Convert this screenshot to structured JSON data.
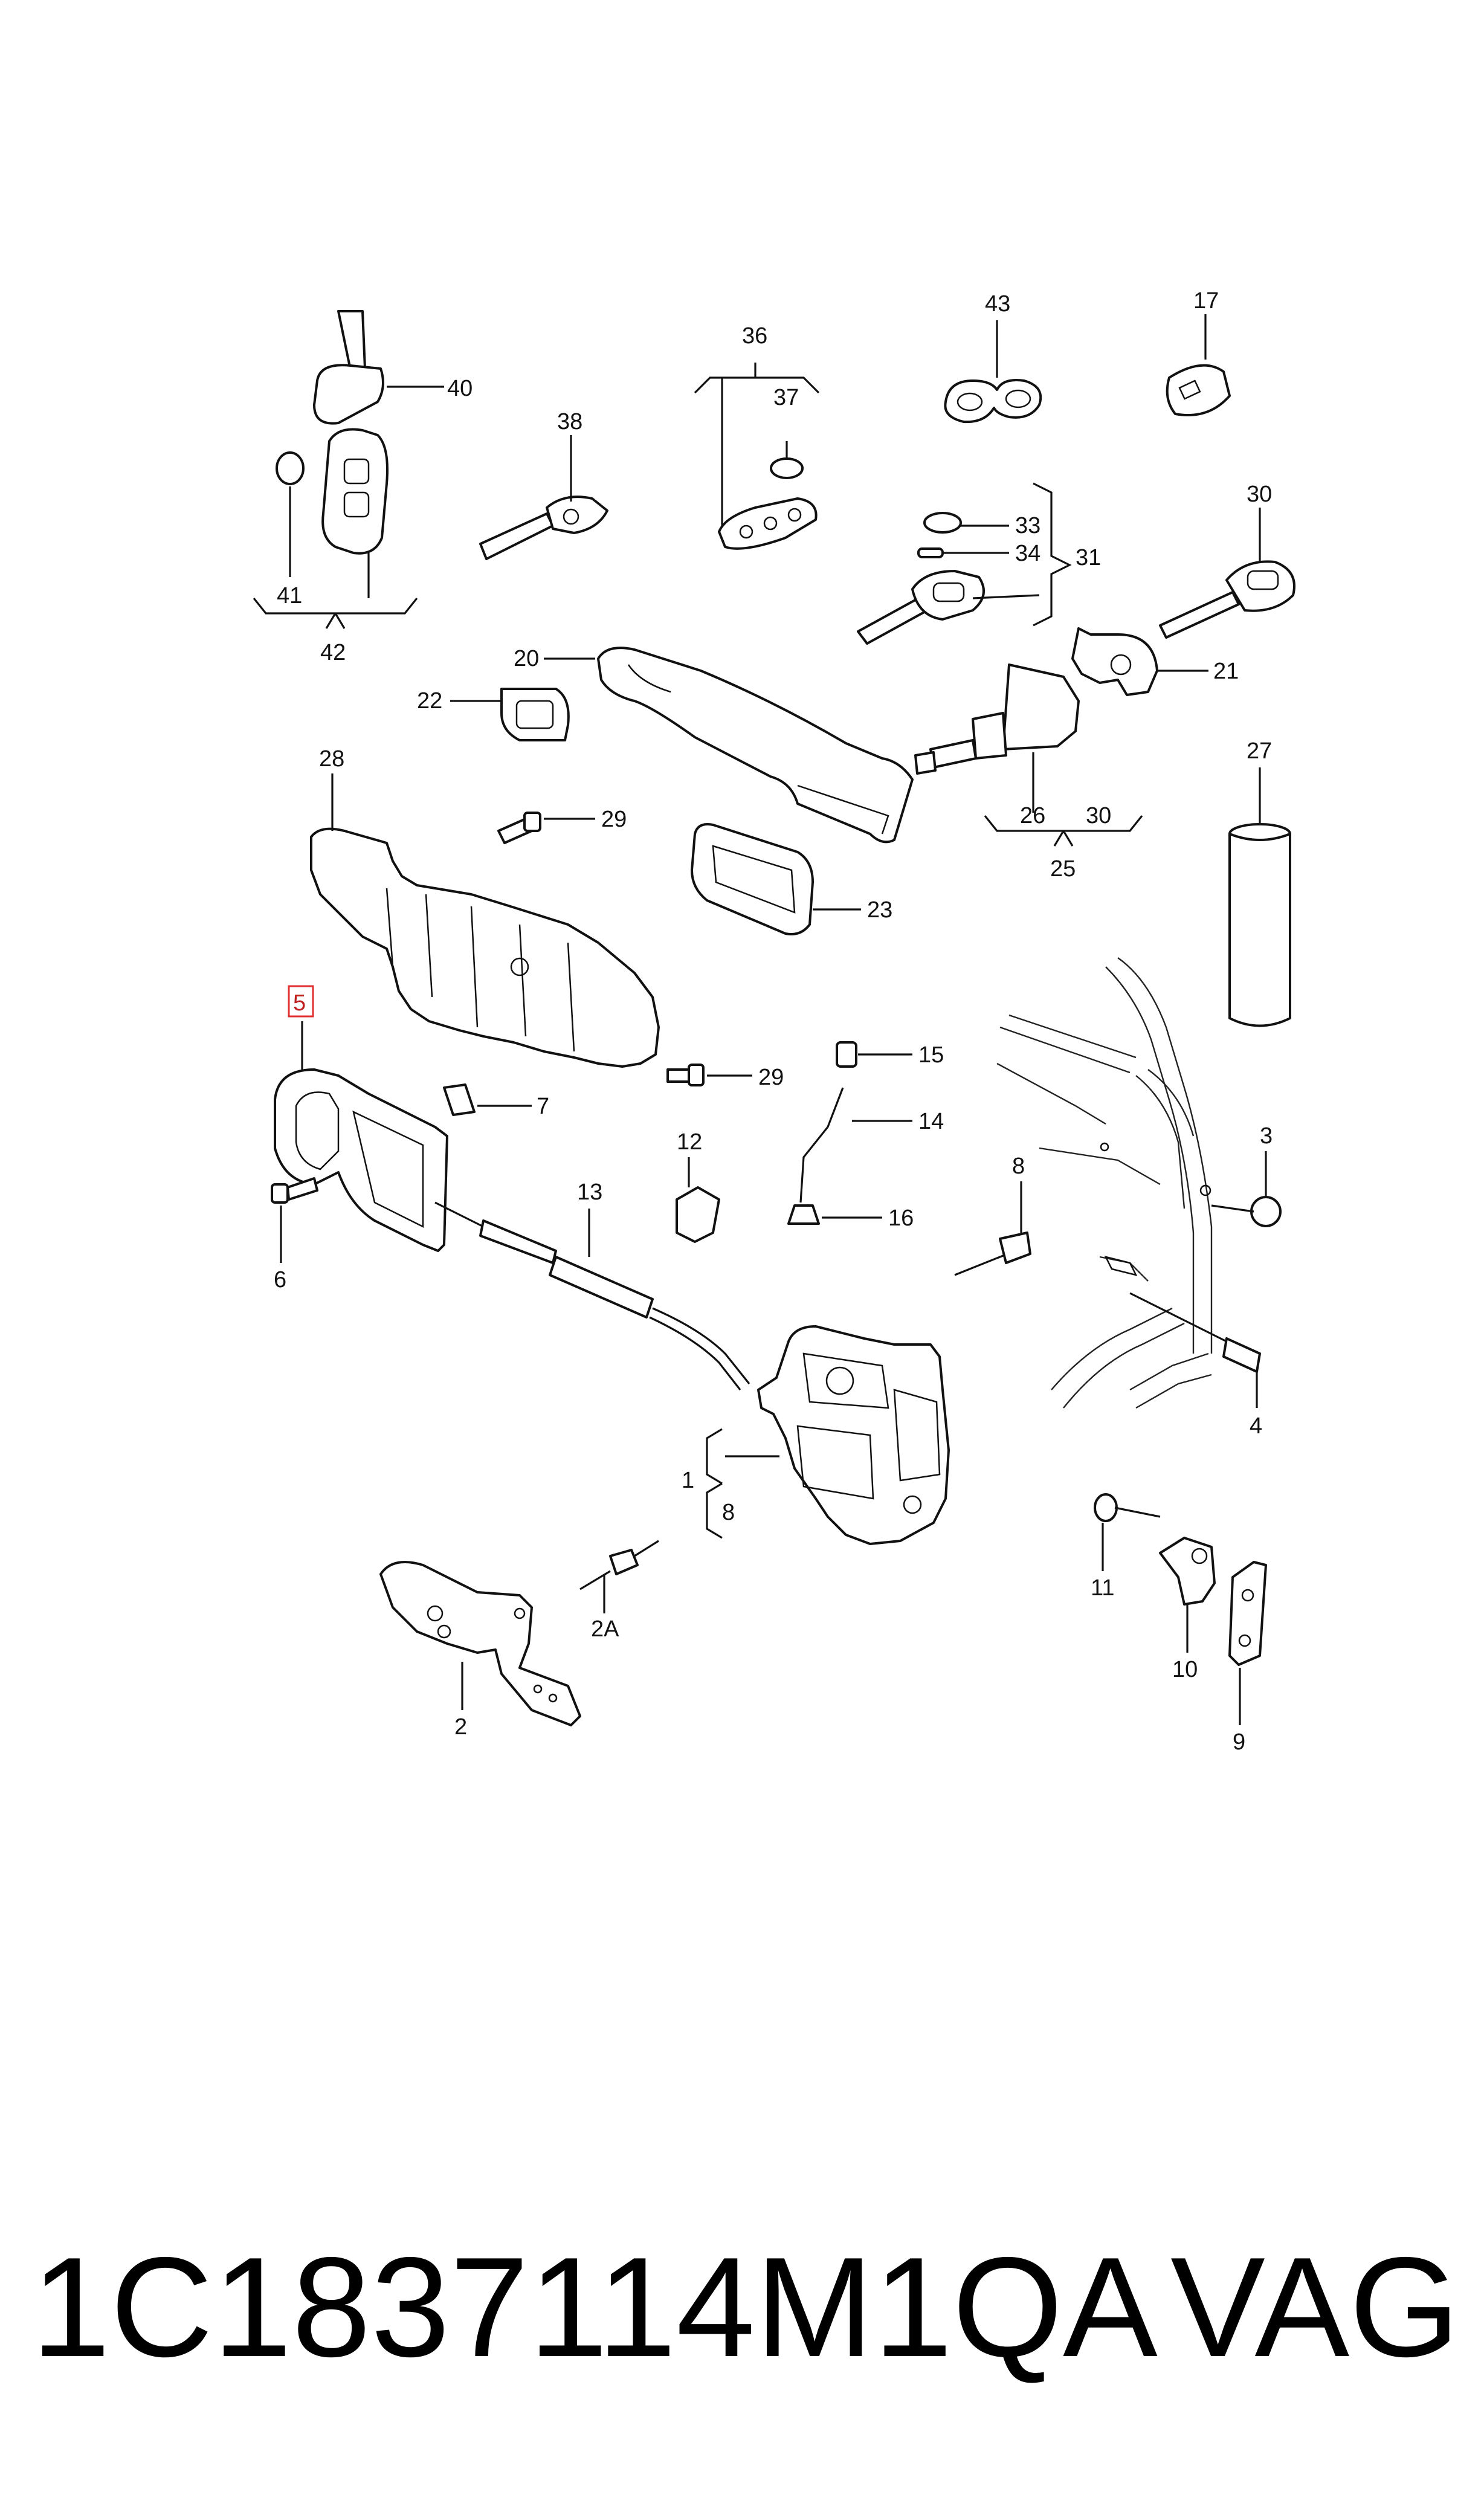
{
  "diagram": {
    "callouts": {
      "c1": "1",
      "c2": "2",
      "c2a": "2A",
      "c3": "3",
      "c4": "4",
      "c5": "5",
      "c6": "6",
      "c7": "7",
      "c8a": "8",
      "c8b": "8",
      "c9": "9",
      "c10": "10",
      "c11": "11",
      "c12": "12",
      "c13": "13",
      "c14": "14",
      "c15": "15",
      "c16": "16",
      "c17": "17",
      "c20": "20",
      "c21": "21",
      "c22": "22",
      "c23": "23",
      "c25": "25",
      "c26": "26",
      "c27": "27",
      "c28": "28",
      "c29a": "29",
      "c29b": "29",
      "c30a": "30",
      "c30b": "30",
      "c31": "31",
      "c33": "33",
      "c34": "34",
      "c36": "36",
      "c37": "37",
      "c38": "38",
      "c40": "40",
      "c41": "41",
      "c42": "42",
      "c43": "43"
    },
    "highlighted_callout": "5",
    "highlight_color": "#e03030"
  },
  "footer": {
    "part_number": "1C1837114M1QA",
    "brand": "VAG"
  }
}
